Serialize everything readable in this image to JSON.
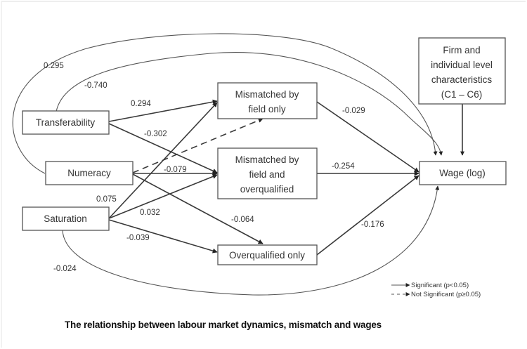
{
  "caption": "The relationship between labour market dynamics, mismatch and wages",
  "nodes": {
    "transferability": [
      "Transferability"
    ],
    "numeracy": [
      "Numeracy"
    ],
    "saturation": [
      "Saturation"
    ],
    "mismatch_field_only": [
      "Mismatched by",
      "field only"
    ],
    "mismatch_field_overqualified": [
      "Mismatched by",
      "field and",
      "overqualified"
    ],
    "overqualified_only": [
      "Overqualified only"
    ],
    "wage": [
      "Wage (log)"
    ],
    "controls": [
      "Firm and",
      "individual level",
      "characteristics",
      "(C1 – C6)"
    ]
  },
  "edges": [
    {
      "id": "transferability-to-mismatch_field_only",
      "from": "transferability",
      "to": "mismatch_field_only",
      "coef": "0.294",
      "significant": true
    },
    {
      "id": "transferability-to-mismatch_field_overqualified",
      "from": "transferability",
      "to": "mismatch_field_overqualified",
      "coef": "-0.302",
      "significant": true
    },
    {
      "id": "numeracy-to-mismatch_field_only",
      "from": "numeracy",
      "to": "mismatch_field_only",
      "coef": "",
      "significant": false
    },
    {
      "id": "numeracy-to-mismatch_field_overqualified",
      "from": "numeracy",
      "to": "mismatch_field_overqualified",
      "coef": "-0.079",
      "significant": true
    },
    {
      "id": "numeracy-to-overqualified_only",
      "from": "numeracy",
      "to": "overqualified_only",
      "coef": "-0.064",
      "significant": true
    },
    {
      "id": "saturation-to-mismatch_field_only",
      "from": "saturation",
      "to": "mismatch_field_only",
      "coef": "0.075",
      "significant": true
    },
    {
      "id": "saturation-to-mismatch_field_overqualified",
      "from": "saturation",
      "to": "mismatch_field_overqualified",
      "coef": "0.032",
      "significant": true
    },
    {
      "id": "saturation-to-overqualified_only",
      "from": "saturation",
      "to": "overqualified_only",
      "coef": "-0.039",
      "significant": true
    },
    {
      "id": "mismatch_field_only-to-wage",
      "from": "mismatch_field_only",
      "to": "wage",
      "coef": "-0.029",
      "significant": true
    },
    {
      "id": "mismatch_field_overqualified-to-wage",
      "from": "mismatch_field_overqualified",
      "to": "wage",
      "coef": "-0.254",
      "significant": true
    },
    {
      "id": "overqualified_only-to-wage",
      "from": "overqualified_only",
      "to": "wage",
      "coef": "-0.176",
      "significant": true
    },
    {
      "id": "numeracy-to-wage",
      "from": "numeracy",
      "to": "wage",
      "coef": "0.295",
      "significant": true
    },
    {
      "id": "transferability-to-wage",
      "from": "transferability",
      "to": "wage",
      "coef": "-0.740",
      "significant": true
    },
    {
      "id": "saturation-to-wage",
      "from": "saturation",
      "to": "wage",
      "coef": "-0.024",
      "significant": true
    },
    {
      "id": "controls-to-wage",
      "from": "controls",
      "to": "wage",
      "coef": "",
      "significant": true
    }
  ],
  "legend": {
    "significant": "Significant (p<0.05)",
    "not_significant": "Not Significant (p≥0.05)"
  }
}
